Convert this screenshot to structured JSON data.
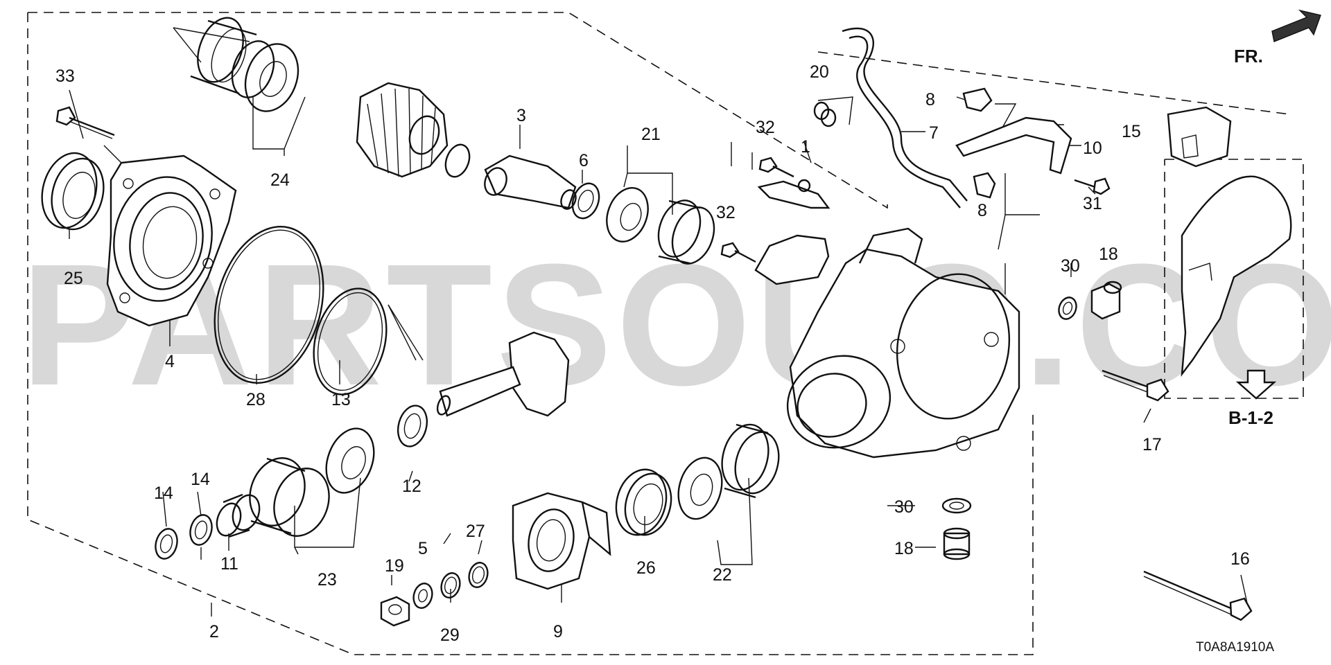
{
  "diagram": {
    "watermark": "PARTSOUQ.COM",
    "direction_label": "FR.",
    "reference_label": "B-1-2",
    "diagram_code": "T0A8A1910A",
    "callouts": {
      "c1": "1",
      "c2": "2",
      "c3": "3",
      "c4": "4",
      "c5": "5",
      "c6": "6",
      "c7": "7",
      "c8a": "8",
      "c8b": "8",
      "c9": "9",
      "c10": "10",
      "c11": "11",
      "c12": "12",
      "c13": "13",
      "c14a": "14",
      "c14b": "14",
      "c15": "15",
      "c16": "16",
      "c17": "17",
      "c18a": "18",
      "c18b": "18",
      "c19": "19",
      "c20": "20",
      "c21": "21",
      "c22": "22",
      "c23": "23",
      "c24": "24",
      "c25": "25",
      "c26": "26",
      "c27": "27",
      "c28": "28",
      "c29": "29",
      "c30a": "30",
      "c30b": "30",
      "c31": "31",
      "c32a": "32",
      "c32b": "32",
      "c33": "33"
    }
  }
}
